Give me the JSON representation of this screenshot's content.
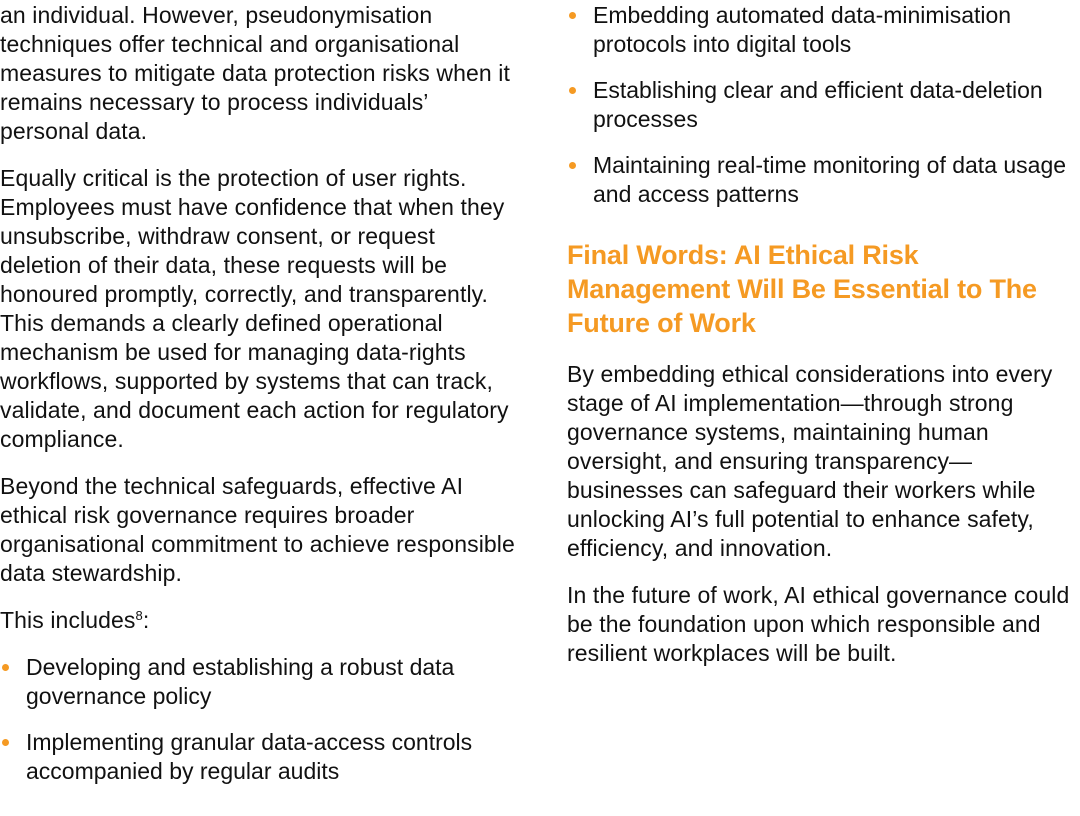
{
  "colors": {
    "accent": "#f59a23",
    "body_text": "#111111",
    "background": "#ffffff"
  },
  "left_column": {
    "paragraphs": [
      "an individual. However, pseudonymisation techniques offer technical and organisational measures to mitigate data protection risks when it remains necessary to process individuals’ personal data.",
      "Equally critical is the protection of user rights. Employees must have confidence that when they unsubscribe, withdraw consent, or request deletion of their data, these requests will be honoured promptly, correctly, and transparently. This demands a clearly defined operational mechanism be used for managing data-rights workflows, supported by systems that can track, validate, and document each action for regulatory compliance.",
      "Beyond the technical safeguards, effective AI ethical risk governance requires broader organisational commitment to achieve responsible data stewardship."
    ],
    "includes_intro": "This includes",
    "includes_footnote": "8",
    "includes_suffix": ":",
    "bullets": [
      "Developing and establishing a robust data governance policy",
      "Implementing granular data-access controls accompanied by regular audits"
    ]
  },
  "right_column": {
    "bullets": [
      "Embedding automated data-minimisation protocols into digital tools",
      "Establishing clear and efficient data-deletion processes",
      "Maintaining real-time monitoring of data usage and access patterns"
    ],
    "heading": "Final Words: AI Ethical Risk Management Will Be Essential to The Future of Work",
    "paragraphs": [
      "By embedding ethical considerations into every stage of AI implementation—through strong governance systems, maintaining human oversight, and ensuring transparency—businesses can safeguard their workers while unlocking AI’s full potential to enhance safety, efficiency, and innovation.",
      "In the future of work, AI ethical governance could be the foundation upon which responsible and resilient workplaces will be built."
    ]
  }
}
